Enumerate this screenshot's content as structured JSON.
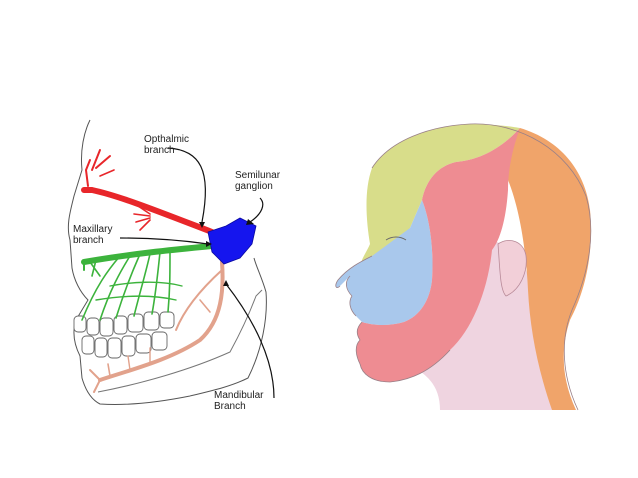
{
  "labels": {
    "opthalmic": {
      "line1": "Opthalmic",
      "line2": "branch"
    },
    "semilunar": {
      "line1": "Semilunar",
      "line2": "ganglion"
    },
    "maxillary": {
      "line1": "Maxillary",
      "line2": "branch"
    },
    "mandibular": {
      "line1": "Mandibular",
      "line2": "Branch"
    }
  },
  "colors": {
    "opthalmic_nerve": "#e8262a",
    "maxillary_nerve": "#3cb33c",
    "mandibular_nerve": "#e2a28c",
    "ganglion": "#1515ee",
    "zone_forehead": "#d8dd8a",
    "zone_midface": "#a9c8ec",
    "zone_lower": "#ee8c92",
    "zone_back": "#f0a46a",
    "zone_neck": "#efd4e0"
  },
  "icons": {
    "skull": "skull-outline-illustration",
    "head": "head-profile-illustration"
  }
}
